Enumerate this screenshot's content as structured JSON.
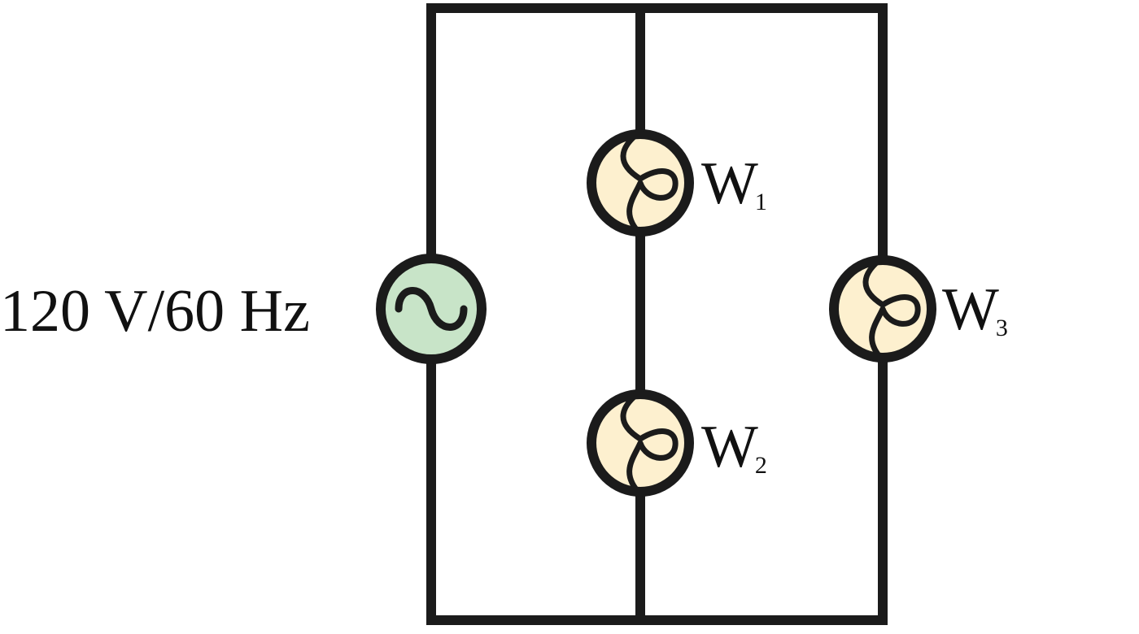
{
  "diagram": {
    "source": {
      "label": "120 V/60 Hz",
      "symbol": "~",
      "fill_color": "#c8e4c8"
    },
    "lamps": [
      {
        "id": "W1",
        "letter": "W",
        "subscript": "1"
      },
      {
        "id": "W2",
        "letter": "W",
        "subscript": "2"
      },
      {
        "id": "W3",
        "letter": "W",
        "subscript": "3"
      }
    ],
    "lamp_fill_color": "#fdf0cf",
    "wire_color": "#1b1b1b"
  }
}
